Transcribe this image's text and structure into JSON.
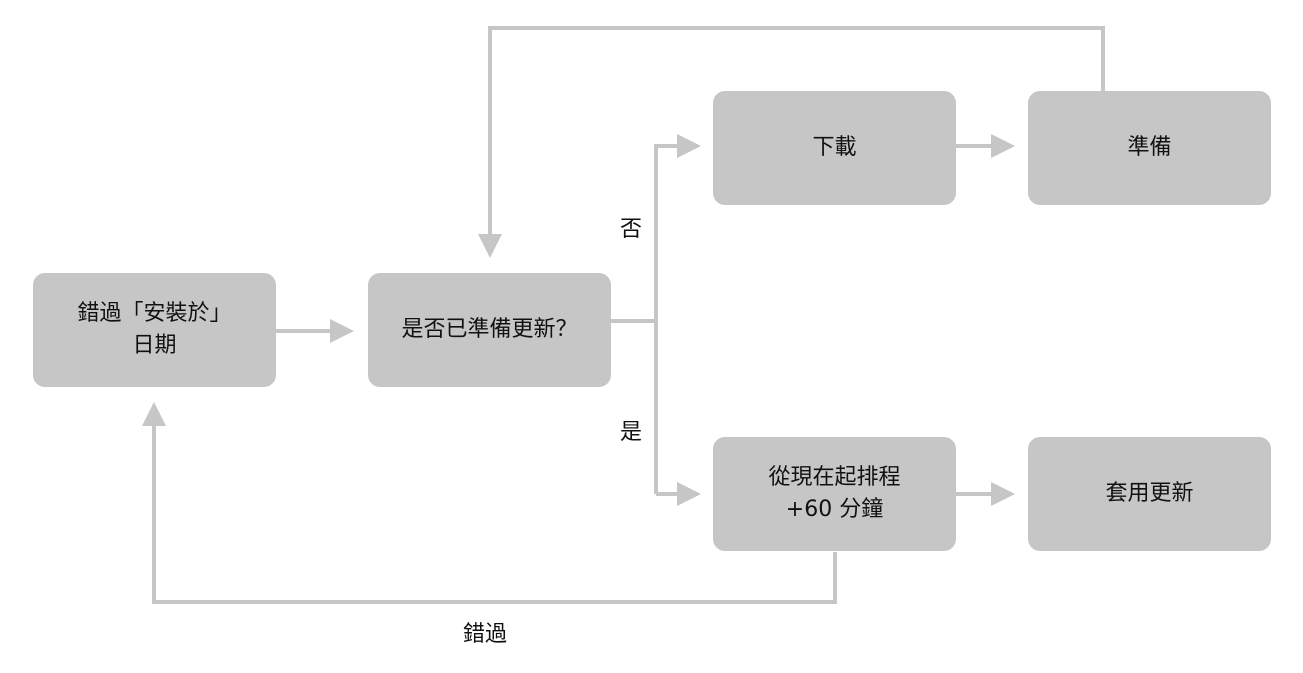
{
  "colors": {
    "node_fill": "#c6c6c6",
    "connector": "#c6c6c6",
    "text": "#111111",
    "background": "#ffffff"
  },
  "nodes": {
    "missed_install_date": "錯過「安裝於」\n日期",
    "update_ready_question": "是否已準備更新？",
    "download": "下載",
    "prepare": "準備",
    "schedule": "從現在起排程\n+60 分鐘",
    "apply_update": "套用更新"
  },
  "edge_labels": {
    "no": "否",
    "yes": "是",
    "missed": "錯過"
  }
}
